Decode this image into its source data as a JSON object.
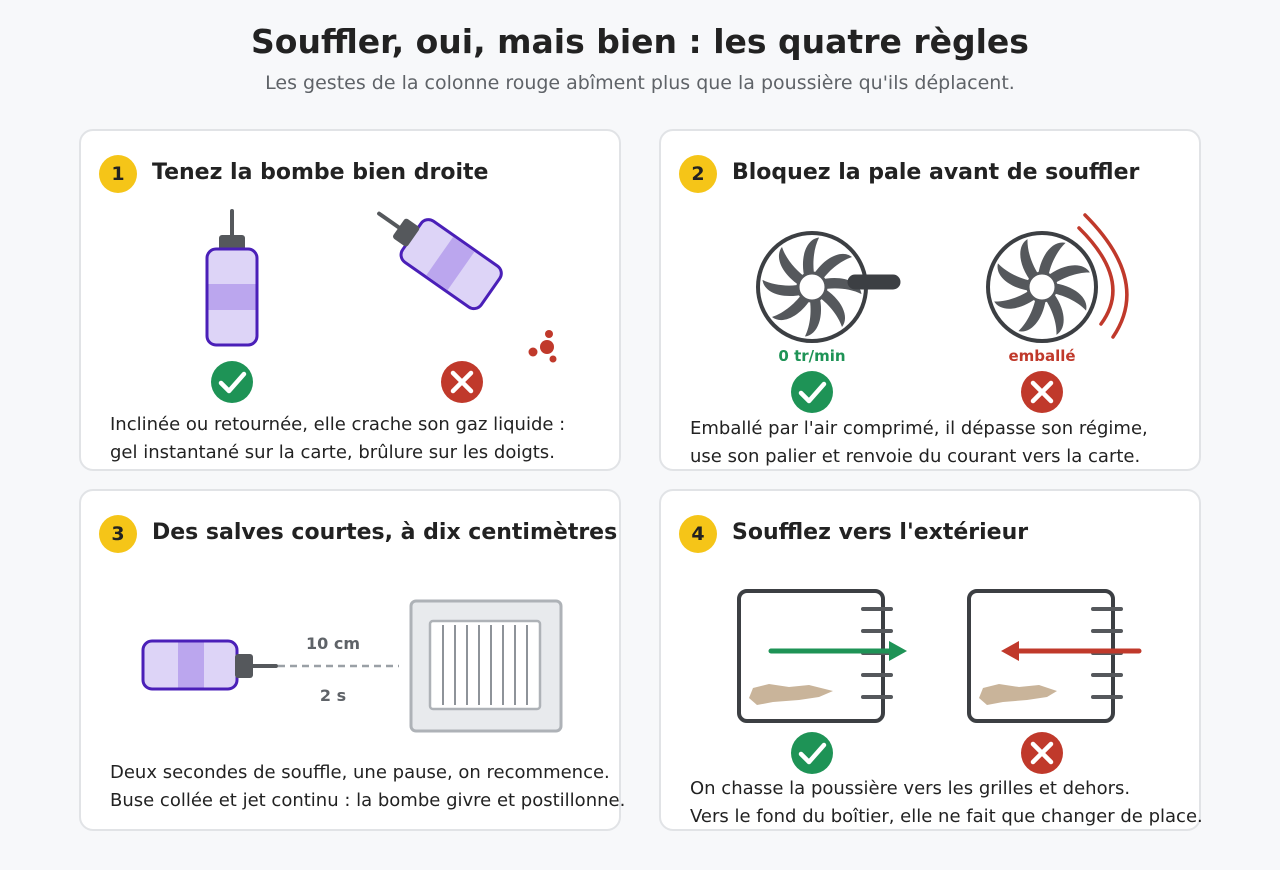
{
  "header": {
    "title": "Souffler, oui, mais bien : les quatre règles",
    "subtitle": "Les gestes de la colonne rouge abîment plus que la poussière qu'ils déplacent."
  },
  "colors": {
    "good": "#1e9356",
    "bad": "#c0392b",
    "badge": "#f5c518",
    "can_fill": "#ddd4f7",
    "can_band": "#bba6ee",
    "can_stroke": "#4a1fb8",
    "dust": "#c9b49a"
  },
  "cards": [
    {
      "number": "1",
      "title": "Tenez la bombe bien droite",
      "description": [
        "Inclinée ou retournée, elle crache son gaz liquide :",
        "gel instantané sur la carte, brûlure sur les doigts."
      ],
      "icons": [
        "spray-can-upright-icon",
        "spray-can-tilted-icon",
        "check-icon",
        "cross-icon"
      ]
    },
    {
      "number": "2",
      "title": "Bloquez la pale avant de souffler",
      "good_label": "0 tr/min",
      "bad_label": "emballé",
      "description": [
        "Emballé par l'air comprimé, il dépasse son régime,",
        "use son palier et renvoie du courant vers la carte."
      ],
      "icons": [
        "fan-blocked-icon",
        "fan-spinning-icon",
        "check-icon",
        "cross-icon"
      ]
    },
    {
      "number": "3",
      "title": "Des salves courtes, à dix centimètres",
      "distance_label": "10 cm",
      "duration_label": "2 s",
      "description": [
        "Deux secondes de souffle, une pause, on recommence.",
        "Buse collée et jet continu : la bombe givre et postillonne."
      ],
      "icons": [
        "spray-can-horizontal-icon",
        "heatsink-icon"
      ]
    },
    {
      "number": "4",
      "title": "Soufflez vers l'extérieur",
      "description": [
        "On chasse la poussière vers les grilles et dehors.",
        "Vers le fond du boîtier, elle ne fait que changer de place."
      ],
      "icons": [
        "case-airflow-out-icon",
        "case-airflow-in-icon",
        "check-icon",
        "cross-icon"
      ]
    }
  ]
}
